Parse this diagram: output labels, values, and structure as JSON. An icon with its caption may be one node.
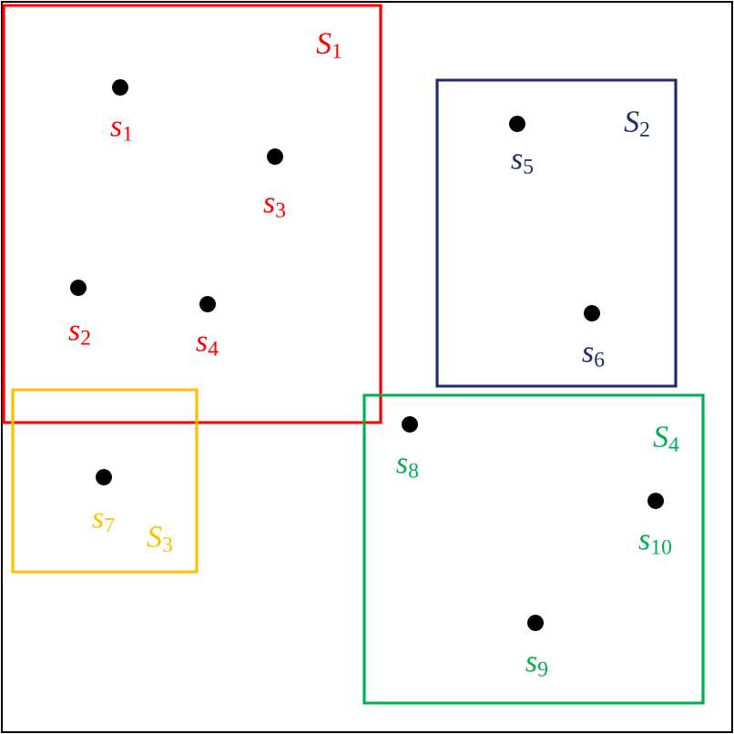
{
  "diagram": {
    "nodes": [
      {
        "text": [
          "*S*$_{1}$"
        ]
      },
      {
        "text": [
          "*s*$_{1}$"
        ],
        "in": 0
      },
      {
        "text": [
          "*s*$_{3}$"
        ],
        "in": 0
      },
      {
        "text": [
          "*s*$_{2}$"
        ],
        "in": 0
      },
      {
        "text": [
          "*s*$_{4}$"
        ],
        "in": 0
      },
      {
        "text": [
          "*S*$_{2}$"
        ]
      },
      {
        "text": [
          "*s*$_{5}$"
        ],
        "in": 5
      },
      {
        "text": [
          "*s*$_{6}$"
        ],
        "in": 5
      },
      {
        "text": [
          "*S*$_{3}$"
        ]
      },
      {
        "text": [
          "*s*$_{7}$"
        ],
        "in": 8
      },
      {
        "text": [
          "*S*$_{4}$"
        ]
      },
      {
        "text": [
          "*s*$_{8}$"
        ],
        "in": 10
      },
      {
        "text": [
          "*s*$_{10}$"
        ],
        "in": 10
      },
      {
        "text": [
          "*s*$_{9}$"
        ],
        "in": 10
      }
    ]
  }
}
